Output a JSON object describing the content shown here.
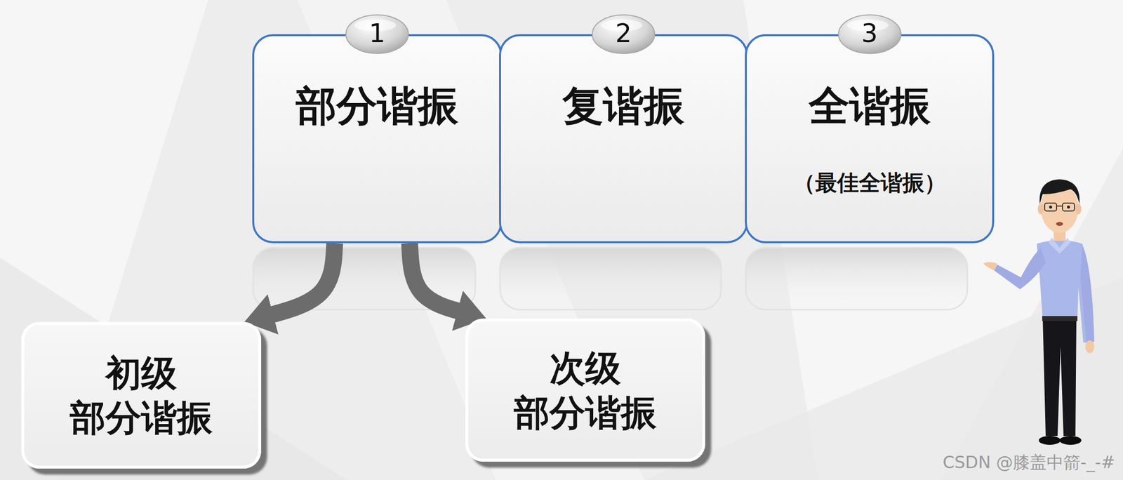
{
  "diagram": {
    "nodes": [
      {
        "text": [
          "1",
          "部分谐振"
        ]
      },
      {
        "text": [
          "2",
          "复谐振"
        ]
      },
      {
        "text": [
          "3",
          "全谐振",
          "（最佳全谐振）"
        ]
      },
      {
        "text": [
          "初级 部分谐振"
        ]
      },
      {
        "text": [
          "次级 部分谐振"
        ]
      }
    ],
    "edges": [
      {
        "from": 0,
        "to": 3,
        "arrow": "to"
      },
      {
        "from": 0,
        "to": 4,
        "arrow": "to"
      }
    ],
    "labels": [
      "CSDN @膝盖中箭-_-#"
    ]
  }
}
